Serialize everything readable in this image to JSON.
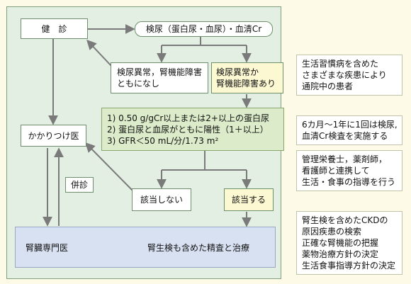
{
  "diagram": {
    "kenshin": "健　診",
    "kakaritsuke": "かかりつけ医",
    "jinzo": "腎臓専門医",
    "jinzo_text": "腎生検も含めた精査と治療",
    "heishin": "併診",
    "urine_test": "検尿（蛋白尿・血尿）・血清Cr",
    "no_abnormal": [
      "検尿異常，腎機能障害",
      "ともになし"
    ],
    "abnormal": [
      "検尿異常か",
      "腎機能障害あり"
    ],
    "criteria": [
      "1) 0.50 g/gCr以上または2+以上の蛋白尿",
      "2) 蛋白尿と血尿がともに陽性（1＋以上）",
      "3) GFR＜50 mL/分/1.73 m²"
    ],
    "not_applicable": "該当しない",
    "applicable": "該当する"
  },
  "side_notes": [
    [
      "生活習慣病を含めた",
      "さまざまな疾患により",
      "通院中の患者"
    ],
    [
      "6カ月～1年に1回は検尿,",
      "血清Cr検査を実施する"
    ],
    [
      "管理栄養士，薬剤師，",
      "看護師と連携して",
      "生活・食事の指導を行う"
    ],
    [
      "腎生検を含めたCKDの",
      "原因疾患の検索",
      "正確な腎機能の把握",
      "薬物治療方針の決定",
      "生活食事指導方針の決定"
    ]
  ],
  "colors": {
    "panel": "#e3efe2",
    "highlight_yellow": "#fcf8d2",
    "criteria_green": "#dcebc9",
    "specialist_blue": "#d8e1f2",
    "arrow": "#7a7a7a"
  }
}
